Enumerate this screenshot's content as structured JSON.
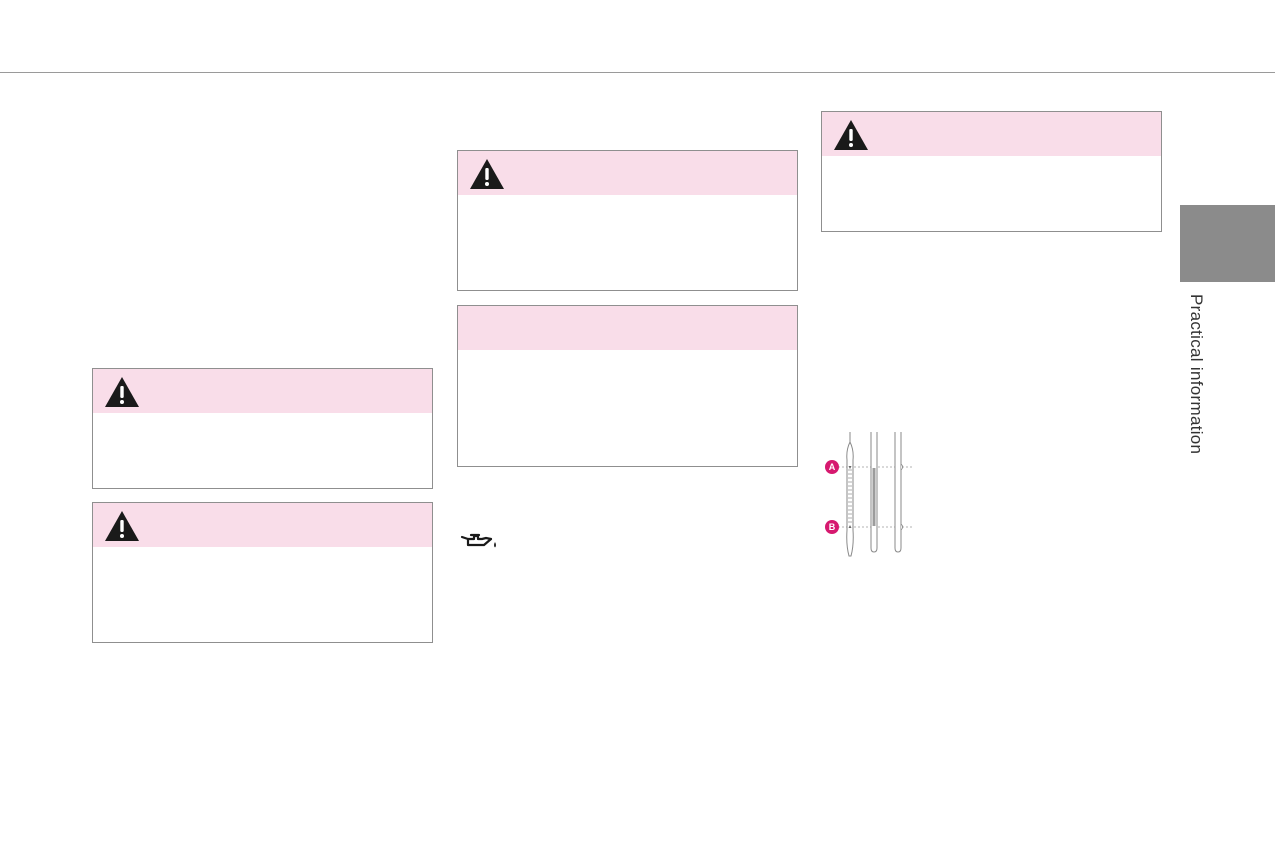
{
  "sidebar": {
    "section_label": "Practical information"
  },
  "icons": {
    "warning": "warning-triangle-icon",
    "oil": "oil-pressure-icon",
    "dipstick": "dipstick-diagram"
  },
  "dipstick": {
    "marker_upper": "A",
    "marker_lower": "B"
  },
  "colors": {
    "warning_header": "#f9dde9",
    "marker": "#d6196f",
    "side_tab": "#8b8b8b",
    "border": "#8f8f8f"
  }
}
